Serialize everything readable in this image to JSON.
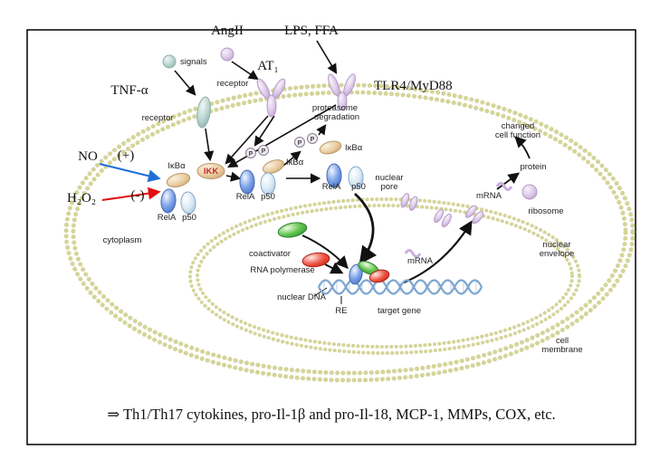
{
  "caption": {
    "text": "⇒ Th1/Th17 cytokines, pro-Il-1β and pro-Il-18, MCP-1, MMPs, COX, etc."
  },
  "stimuli": {
    "angii": "AngII",
    "lps_ffa": "LPS, FFA",
    "tnf_alpha": "TNF-α",
    "at1": "AT₁",
    "tlr4_myd88": "TLR4/MyD88",
    "signals": "signals",
    "receptor_tnf": "receptor",
    "receptor_at1": "receptor"
  },
  "modulators": {
    "no": "NO",
    "no_sign": "(+)",
    "h2o2": "H₂O₂",
    "h2o2_sign": "(-)"
  },
  "nfkb": {
    "ikba": "IκBα",
    "ikk": "IKK",
    "rela": "RelA",
    "p50": "p50",
    "phosphate": "P",
    "proteasome_1": "proteasome",
    "proteasome_2": "degradation"
  },
  "nucleus": {
    "nuclear_pore_1": "nuclear",
    "nuclear_pore_2": "pore",
    "coactivator": "coactivator",
    "rna_polymerase": "RNA polymerase",
    "nuclear_dna": "nuclear DNA",
    "re": "RE",
    "target_gene": "target gene",
    "mrna": "mRNA"
  },
  "cytosol": {
    "cytoplasm": "cytoplasm",
    "mrna": "mRNA",
    "ribosome": "ribosome",
    "protein": "protein",
    "changed_1": "changed",
    "changed_2": "cell function",
    "nuclear_envelope_1": "nuclear",
    "nuclear_envelope_2": "envelope",
    "cell_membrane_1": "cell",
    "cell_membrane_2": "membrane"
  },
  "colors": {
    "no_arrow": "#1f6fd4",
    "h2o2_arrow": "#e01010",
    "ikk_text": "#c42b2b",
    "membrane": "#d4d49a"
  }
}
